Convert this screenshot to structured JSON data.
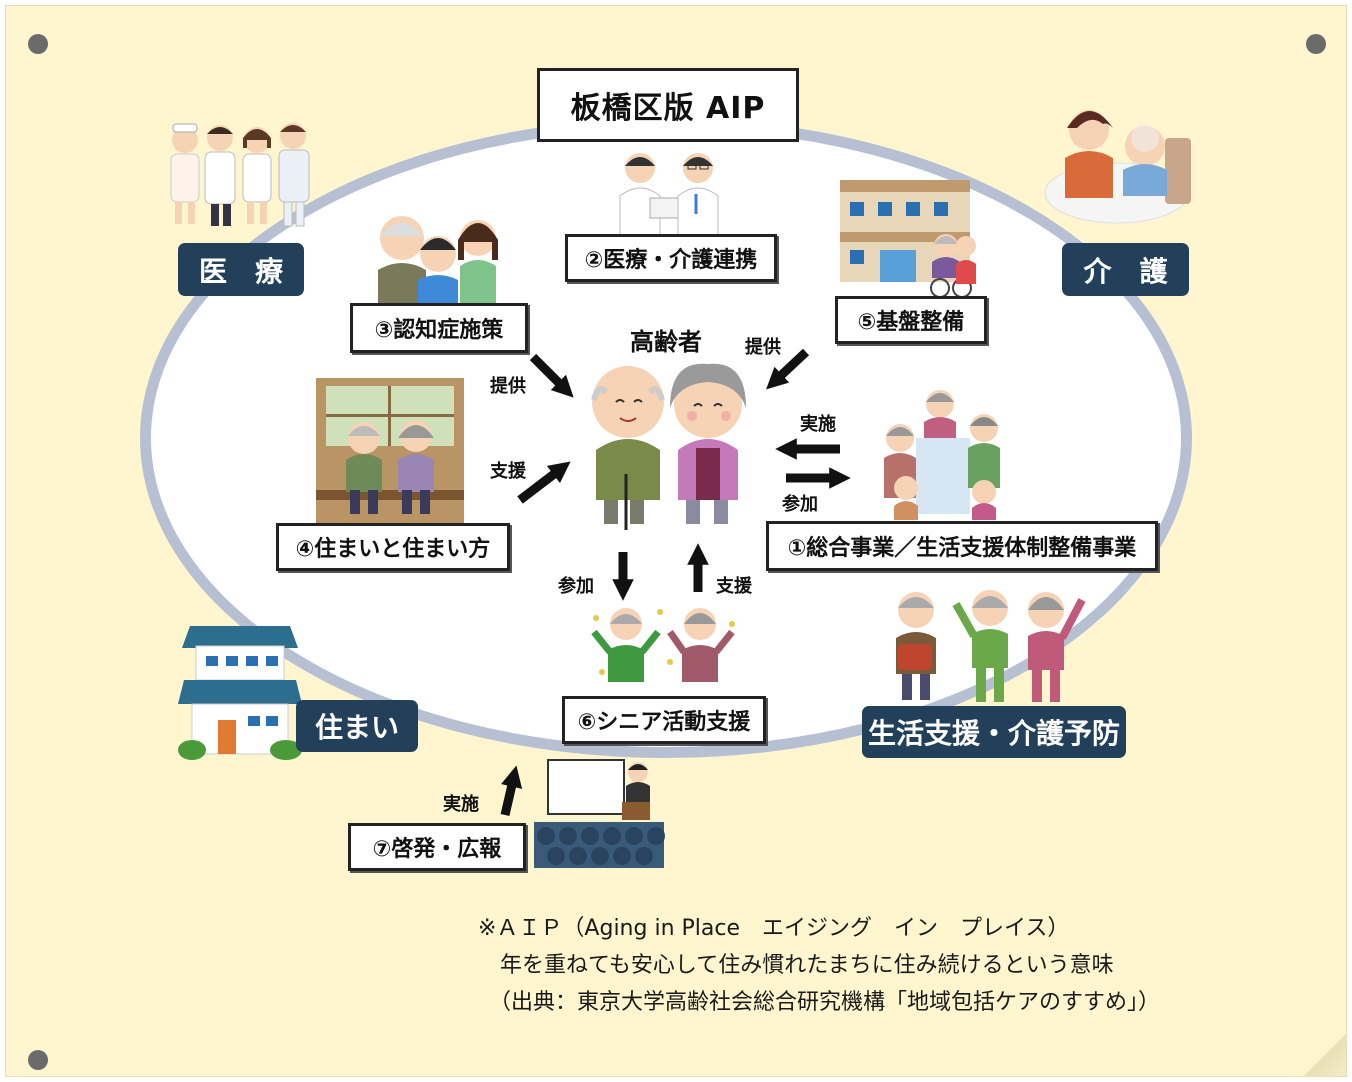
{
  "title": "板橋区版 AIP",
  "center_label": "高齢者",
  "categories": {
    "medical": "医　療",
    "care": "介　護",
    "housing": "住まい",
    "life_support": "生活支援・介護予防"
  },
  "initiatives": {
    "i1": "①総合事業／生活支援体制整備事業",
    "i2": "②医療・介護連携",
    "i3": "③認知症施策",
    "i4": "④住まいと住まい方",
    "i5": "⑤基盤整備",
    "i6": "⑥シニア活動支援",
    "i7": "⑦啓発・広報"
  },
  "arrow_labels": {
    "provide_left": "提供",
    "provide_right": "提供",
    "support_left": "支援",
    "implement_right": "実施",
    "participate_right": "参加",
    "participate_down": "参加",
    "support_up": "支援",
    "implement_bottom": "実施"
  },
  "note": {
    "line1": "※ＡＩＰ（Aging in Place　エイジング　イン　プレイス）",
    "line2": "　年を重ねても安心して住み慣れたまちに住み続けるという意味",
    "line3": "　（出典：東京大学高齢社会総合研究機構「地域包括ケアのすすめ」）"
  },
  "colors": {
    "background": "#fff6cf",
    "ring": "#b7c0d3",
    "category_bg": "#22405a",
    "category_text": "#ffffff",
    "arrow": "#111111"
  }
}
